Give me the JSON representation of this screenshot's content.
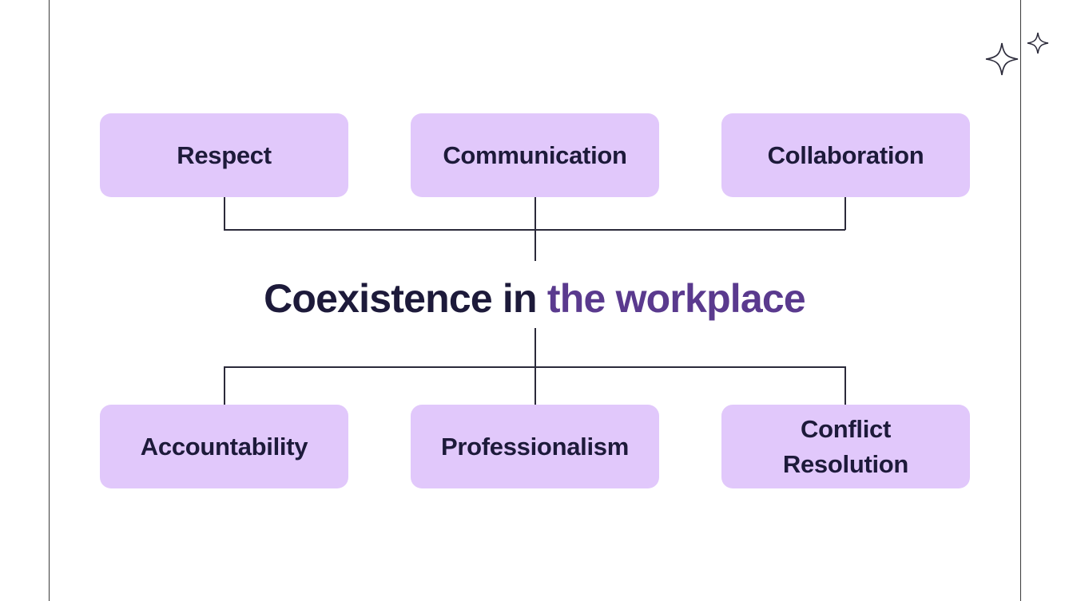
{
  "diagram": {
    "title": {
      "part1": "Coexistence in ",
      "part2": "the workplace"
    },
    "top_nodes": [
      {
        "label": "Respect"
      },
      {
        "label": "Communication"
      },
      {
        "label": "Collaboration"
      }
    ],
    "bottom_nodes": [
      {
        "label": "Accountability"
      },
      {
        "label": "Professionalism"
      },
      {
        "label_line1": "Conflict",
        "label_line2": "Resolution"
      }
    ],
    "colors": {
      "node_fill": "#e1c8fb",
      "text_dark": "#1d1a3a",
      "accent_purple": "#5a3a8e",
      "connector": "#2b2a3a"
    },
    "decorations": [
      "sparkle-large",
      "sparkle-small"
    ]
  }
}
